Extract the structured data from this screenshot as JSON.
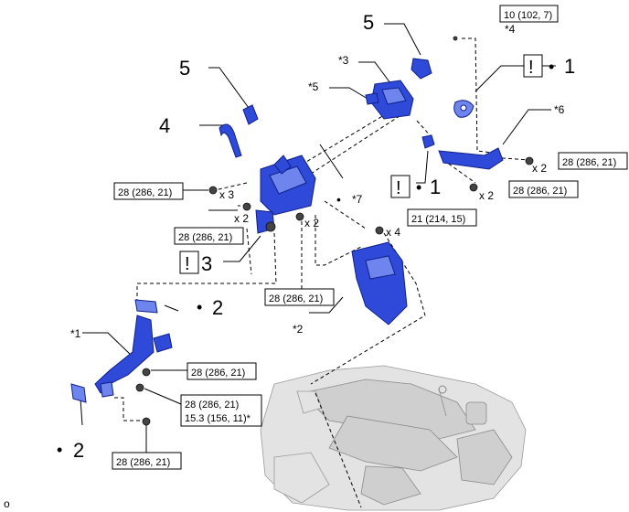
{
  "labels": {
    "part4": "4",
    "part5a": "5",
    "part5b": "5",
    "part3": "3",
    "part1a": "1",
    "part1b": "1",
    "part2a": "2",
    "part2b": "2",
    "star1": "*1",
    "star2": "*2",
    "star3": "*3",
    "star4": "*4",
    "star5": "*5",
    "star6": "*6",
    "star7": "*7",
    "exclaim": "!",
    "bullet": "•",
    "corner": "o"
  },
  "torques": {
    "t_top": "10 (102, 7)",
    "t_right1": "28 (286, 21)",
    "t_right2": "28 (286, 21)",
    "t_mid": "21 (214, 15)",
    "t_left1": "28 (286, 21)",
    "t_left2": "28 (286, 21)",
    "t_center": "28 (286, 21)",
    "t_pipe1": "28 (286, 21)",
    "t_pipe2a": "28 (286, 21)",
    "t_pipe2b": "15.3 (156, 11)*",
    "t_bottom": "28 (286, 21)"
  },
  "counts": {
    "x2": "x 2",
    "x3": "x 3",
    "x4": "x 4"
  }
}
